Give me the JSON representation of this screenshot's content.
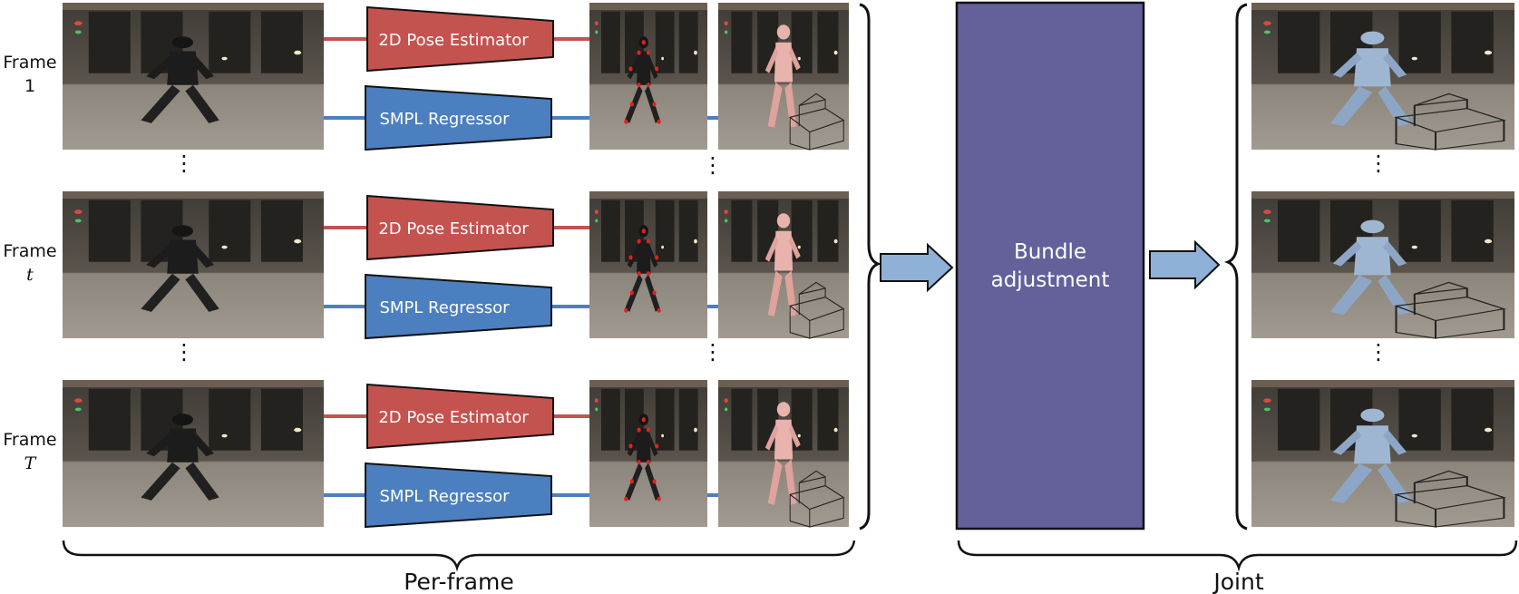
{
  "rows": [
    {
      "frame_word": "Frame",
      "frame_index": "1",
      "pose_label": "2D Pose Estimator",
      "smpl_label": "SMPL Regressor"
    },
    {
      "frame_word": "Frame",
      "frame_index": "t",
      "pose_label": "2D Pose Estimator",
      "smpl_label": "SMPL Regressor"
    },
    {
      "frame_word": "Frame",
      "frame_index": "T",
      "pose_label": "2D Pose Estimator",
      "smpl_label": "SMPL Regressor"
    }
  ],
  "ellipsis": "⋮",
  "bundle": {
    "line1": "Bundle",
    "line2": "adjustment"
  },
  "captions": {
    "per_frame": "Per-frame",
    "joint": "Joint"
  },
  "colors": {
    "pose": "#c4524f",
    "smpl": "#4b7fc0",
    "bundle": "#63609a",
    "arrow": "#8fb1d8",
    "mesh_pink": "#e9b3ad",
    "mesh_blue": "#9fb6d3",
    "keypoint": "#e3211c"
  }
}
